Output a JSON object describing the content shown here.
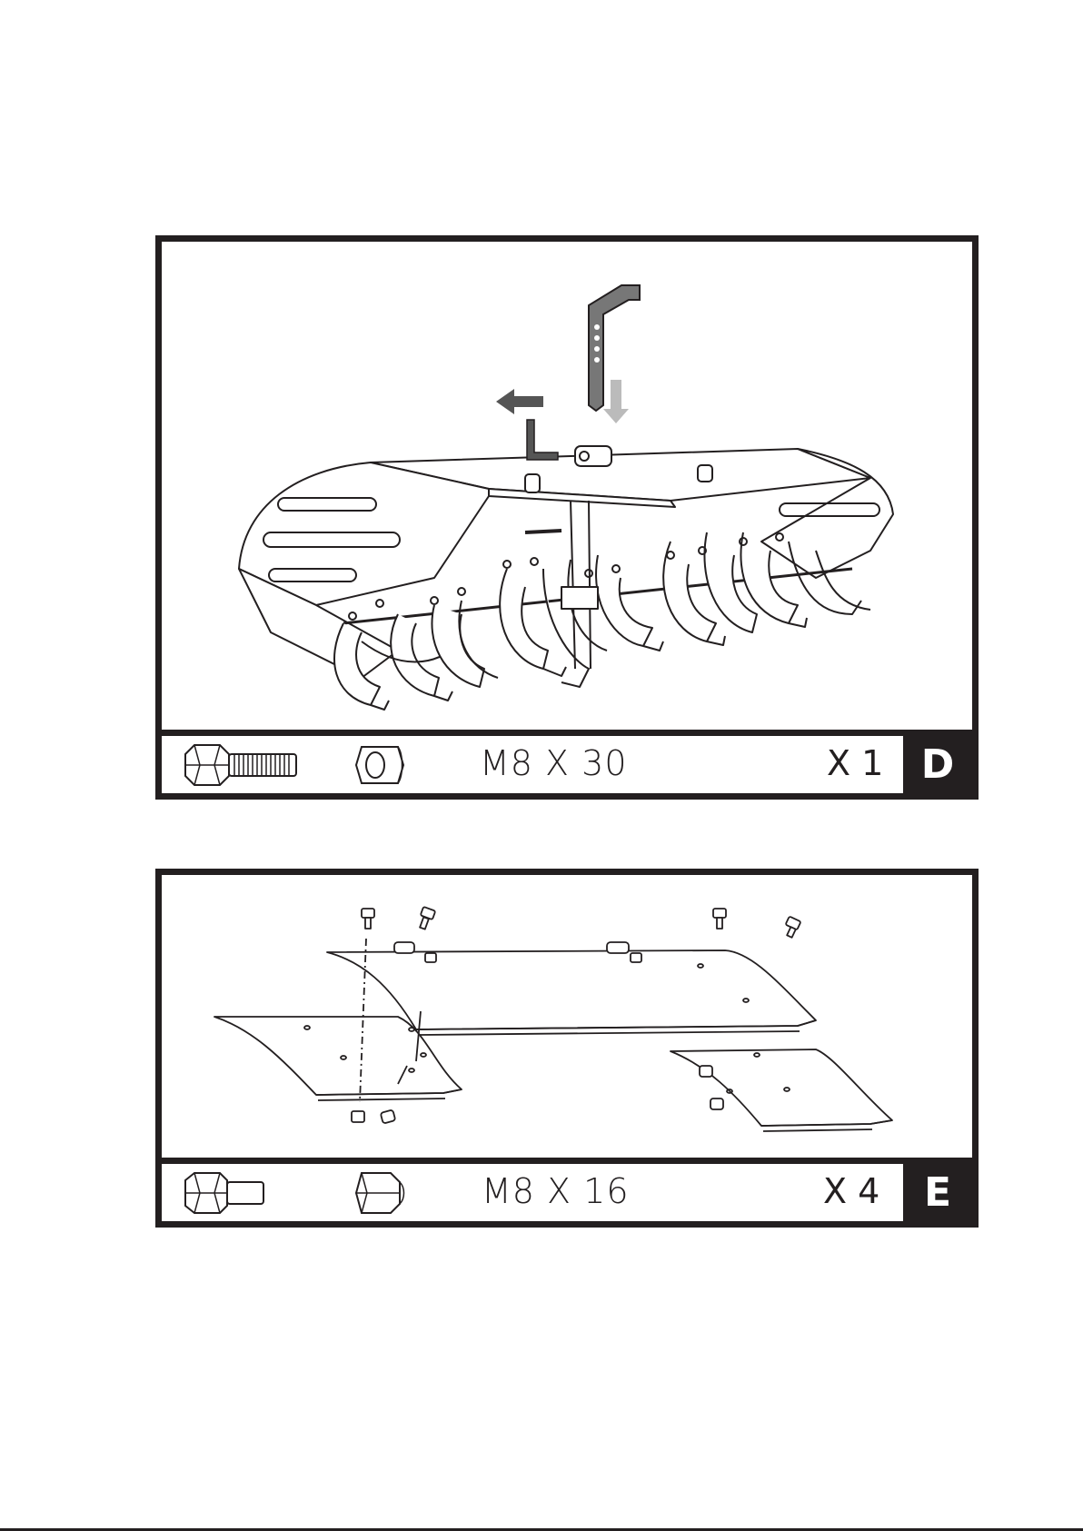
{
  "steps": [
    {
      "letter": "D",
      "hardware": "M8 X 30",
      "quantity": "X 1"
    },
    {
      "letter": "E",
      "hardware": "M8 X 16",
      "quantity": "X 4"
    }
  ],
  "colors": {
    "ink": "#231f20",
    "arrow_dark": "#555555",
    "arrow_light": "#bbbbbb",
    "lever": "#777777"
  }
}
